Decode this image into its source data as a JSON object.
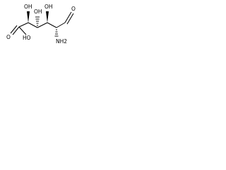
{
  "molecule": {
    "atoms": {
      "oh_c2": "OH",
      "oh_c3": "OH",
      "oh_c4": "OH",
      "acid_o": "O",
      "acid_oh": "HO",
      "aldehyde_o": "O",
      "amine": "NH2"
    }
  }
}
